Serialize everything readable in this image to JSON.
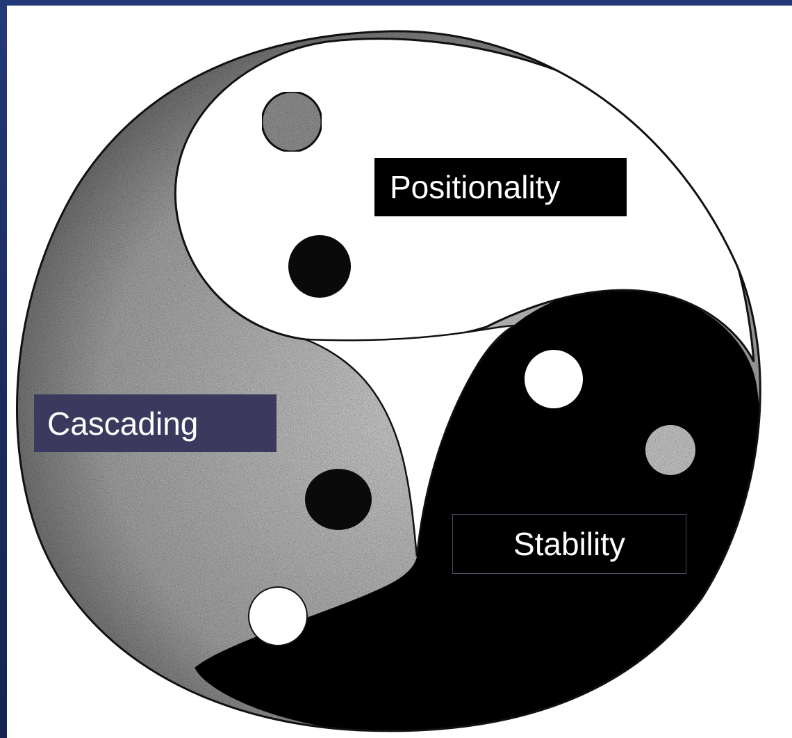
{
  "labels": {
    "positionality": "Positionality",
    "cascading": "Cascading",
    "stability": "Stability"
  },
  "colors": {
    "background": "#1e2f63",
    "positionality_box": "#000000",
    "cascading_box": "#3b3a5e",
    "stability_box": "#000000",
    "label_text": "#ffffff",
    "dark_region": "#000000",
    "grey_region": "#9a9a9a",
    "light_region": "#ffffff"
  }
}
